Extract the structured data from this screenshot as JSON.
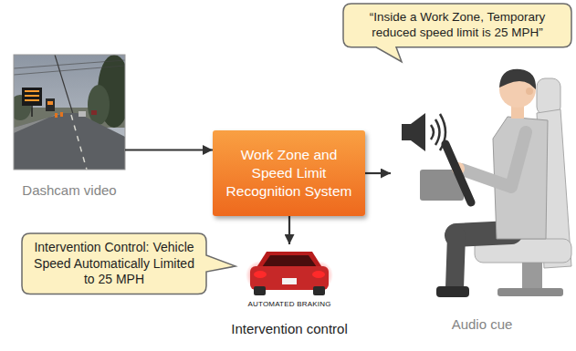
{
  "diagram": {
    "nodes": [
      {
        "text": [
          "“Inside a Work Zone, Temporary reduced speed limit is 25 MPH”"
        ]
      },
      {
        "text": [
          "Dashcam video"
        ]
      },
      {
        "text": [
          "Work Zone and Speed Limit Recognition System"
        ]
      },
      {
        "text": [
          "Audio cue"
        ]
      },
      {
        "text": [
          "Intervention Control: Vehicle Speed Automatically Limited to 25 MPH"
        ]
      },
      {
        "text": [
          "AUTOMATED BRAKING",
          "Intervention control"
        ]
      }
    ],
    "edges": [
      {
        "from": 1,
        "to": 2,
        "arrow": "to"
      },
      {
        "from": 2,
        "to": 3,
        "arrow": "to"
      },
      {
        "from": 2,
        "to": 5,
        "arrow": "to"
      }
    ]
  }
}
